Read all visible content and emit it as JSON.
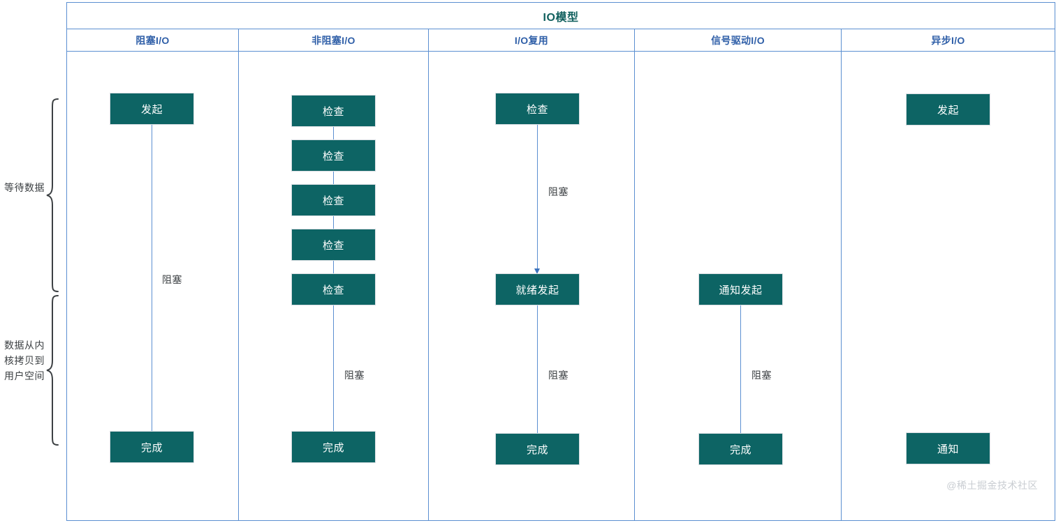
{
  "diagram": {
    "title": "IO模型",
    "watermark": "@稀土掘金技术社区",
    "columns": [
      {
        "header": "阻塞I/O"
      },
      {
        "header": "非阻塞I/O"
      },
      {
        "header": "I/O复用"
      },
      {
        "header": "信号驱动I/O"
      },
      {
        "header": "异步I/O"
      }
    ],
    "side_labels": [
      {
        "text": "等待数据"
      },
      {
        "text": "数据从内核拷贝到用户空间"
      }
    ],
    "boxes": {
      "c1_top": "发起",
      "c1_bottom": "完成",
      "c2_1": "检查",
      "c2_2": "检查",
      "c2_3": "检查",
      "c2_4": "检查",
      "c2_5": "检查",
      "c2_bottom": "完成",
      "c3_top": "检查",
      "c3_mid": "就绪发起",
      "c3_bottom": "完成",
      "c4_mid": "通知发起",
      "c4_bottom": "完成",
      "c5_top": "发起",
      "c5_bottom": "通知"
    },
    "edge_labels": {
      "c1_block": "阻塞",
      "c2_block": "阻塞",
      "c3_block_top": "阻塞",
      "c3_block_bottom": "阻塞",
      "c4_block": "阻塞"
    },
    "colors": {
      "box_fill": "#0d6464",
      "box_text": "#ffffff",
      "grid_line": "#5b8fd1",
      "title_text": "#11605e",
      "header_text": "#2f5fa8",
      "edge_label_text": "#3c4043",
      "connector": "#5b8fd1",
      "watermark": "#c9cdd2"
    }
  }
}
